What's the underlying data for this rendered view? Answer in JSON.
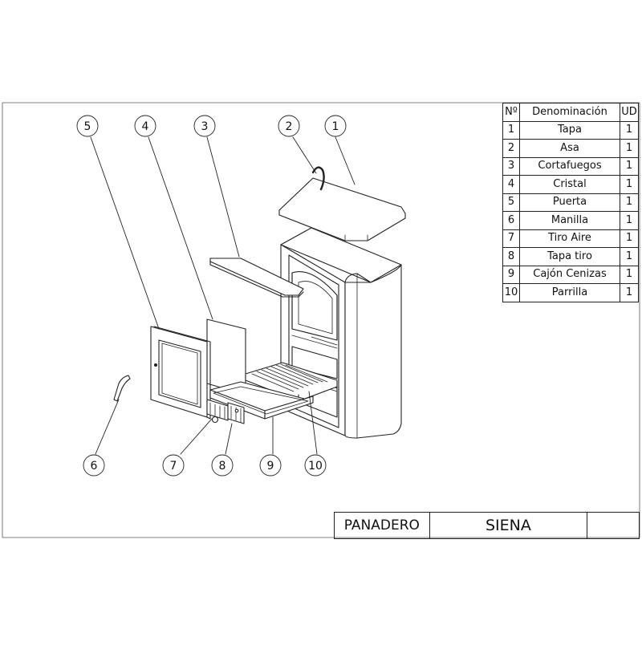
{
  "bom": {
    "headers": {
      "no": "Nº",
      "name": "Denominación",
      "ud": "UD"
    },
    "rows": [
      {
        "no": "1",
        "name": "Tapa",
        "ud": "1"
      },
      {
        "no": "2",
        "name": "Asa",
        "ud": "1"
      },
      {
        "no": "3",
        "name": "Cortafuegos",
        "ud": "1"
      },
      {
        "no": "4",
        "name": "Cristal",
        "ud": "1"
      },
      {
        "no": "5",
        "name": "Puerta",
        "ud": "1"
      },
      {
        "no": "6",
        "name": "Manilla",
        "ud": "1"
      },
      {
        "no": "7",
        "name": "Tiro Aire",
        "ud": "1"
      },
      {
        "no": "8",
        "name": "Tapa tiro",
        "ud": "1"
      },
      {
        "no": "9",
        "name": "Cajón Cenizas",
        "ud": "1"
      },
      {
        "no": "10",
        "name": "Parrilla",
        "ud": "1"
      }
    ]
  },
  "title_block": {
    "product": "PANADERO",
    "model": "SIENA"
  },
  "balloons": {
    "b1": "1",
    "b2": "2",
    "b3": "3",
    "b4": "4",
    "b5": "5",
    "b6": "6",
    "b7": "7",
    "b8": "8",
    "b9": "9",
    "b10": "10"
  }
}
